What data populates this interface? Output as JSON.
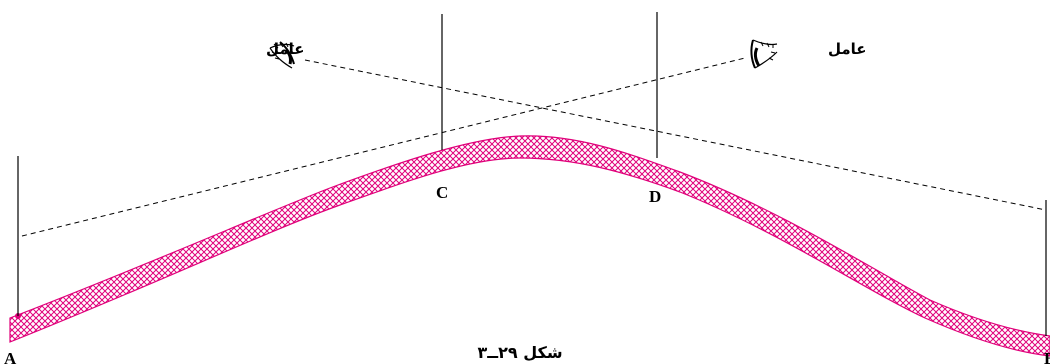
{
  "figure": {
    "caption": "شکل ۲۹ــ۳",
    "points": {
      "a": "A",
      "b": "B",
      "c": "C",
      "d": "D"
    },
    "observer_left_label": "عامل",
    "observer_right_label": "عامل"
  },
  "colors": {
    "terrain_hatch": "#e0007a",
    "line": "#000000"
  },
  "icons": {
    "observer": "eye-icon"
  }
}
